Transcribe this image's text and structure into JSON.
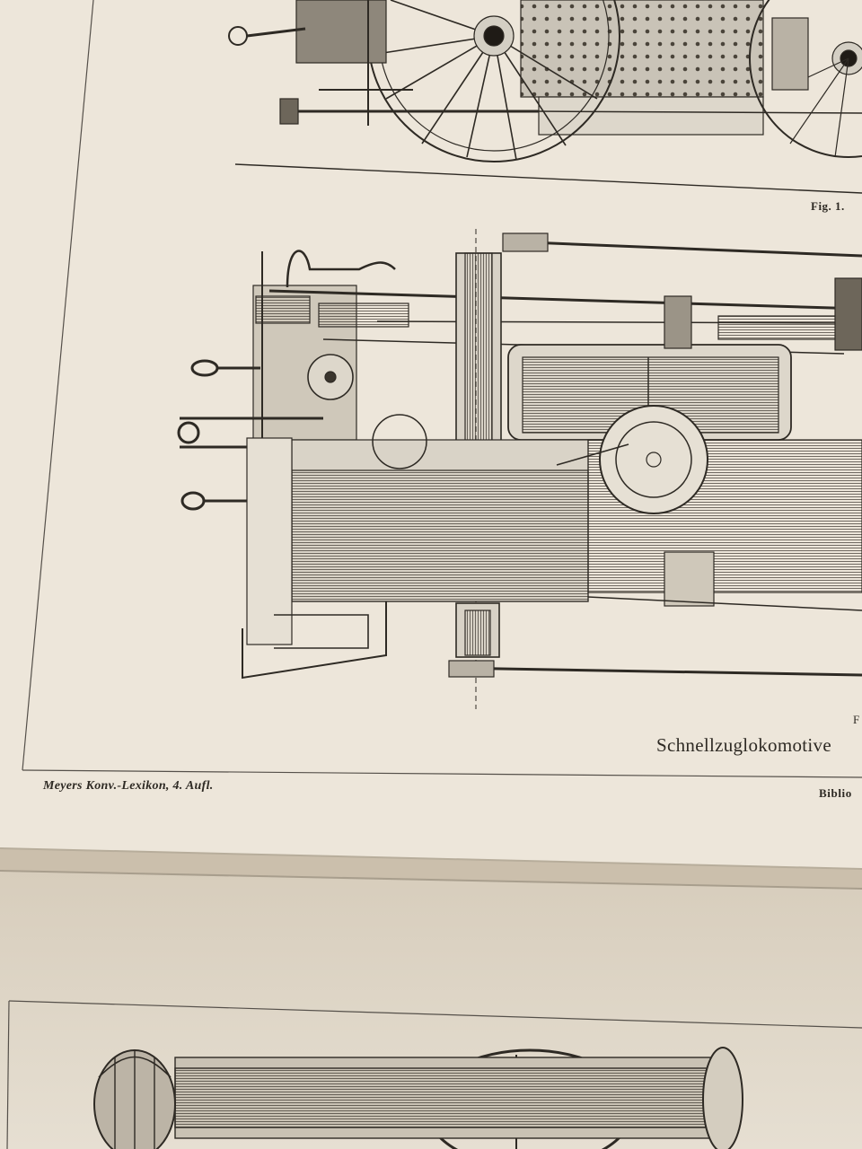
{
  "plate": {
    "figure_label": "Fig. 1.",
    "title": "Schnellzuglokomotive",
    "title_edge_letter": "F",
    "credit": "Meyers Konv.-Lexikon, 4. Aufl.",
    "publisher": "Biblio"
  },
  "colors": {
    "background_table": "#cbbfac",
    "paper_upper": "#ede6da",
    "paper_lower": "#e4dccd",
    "ink": "#2e2a24"
  }
}
